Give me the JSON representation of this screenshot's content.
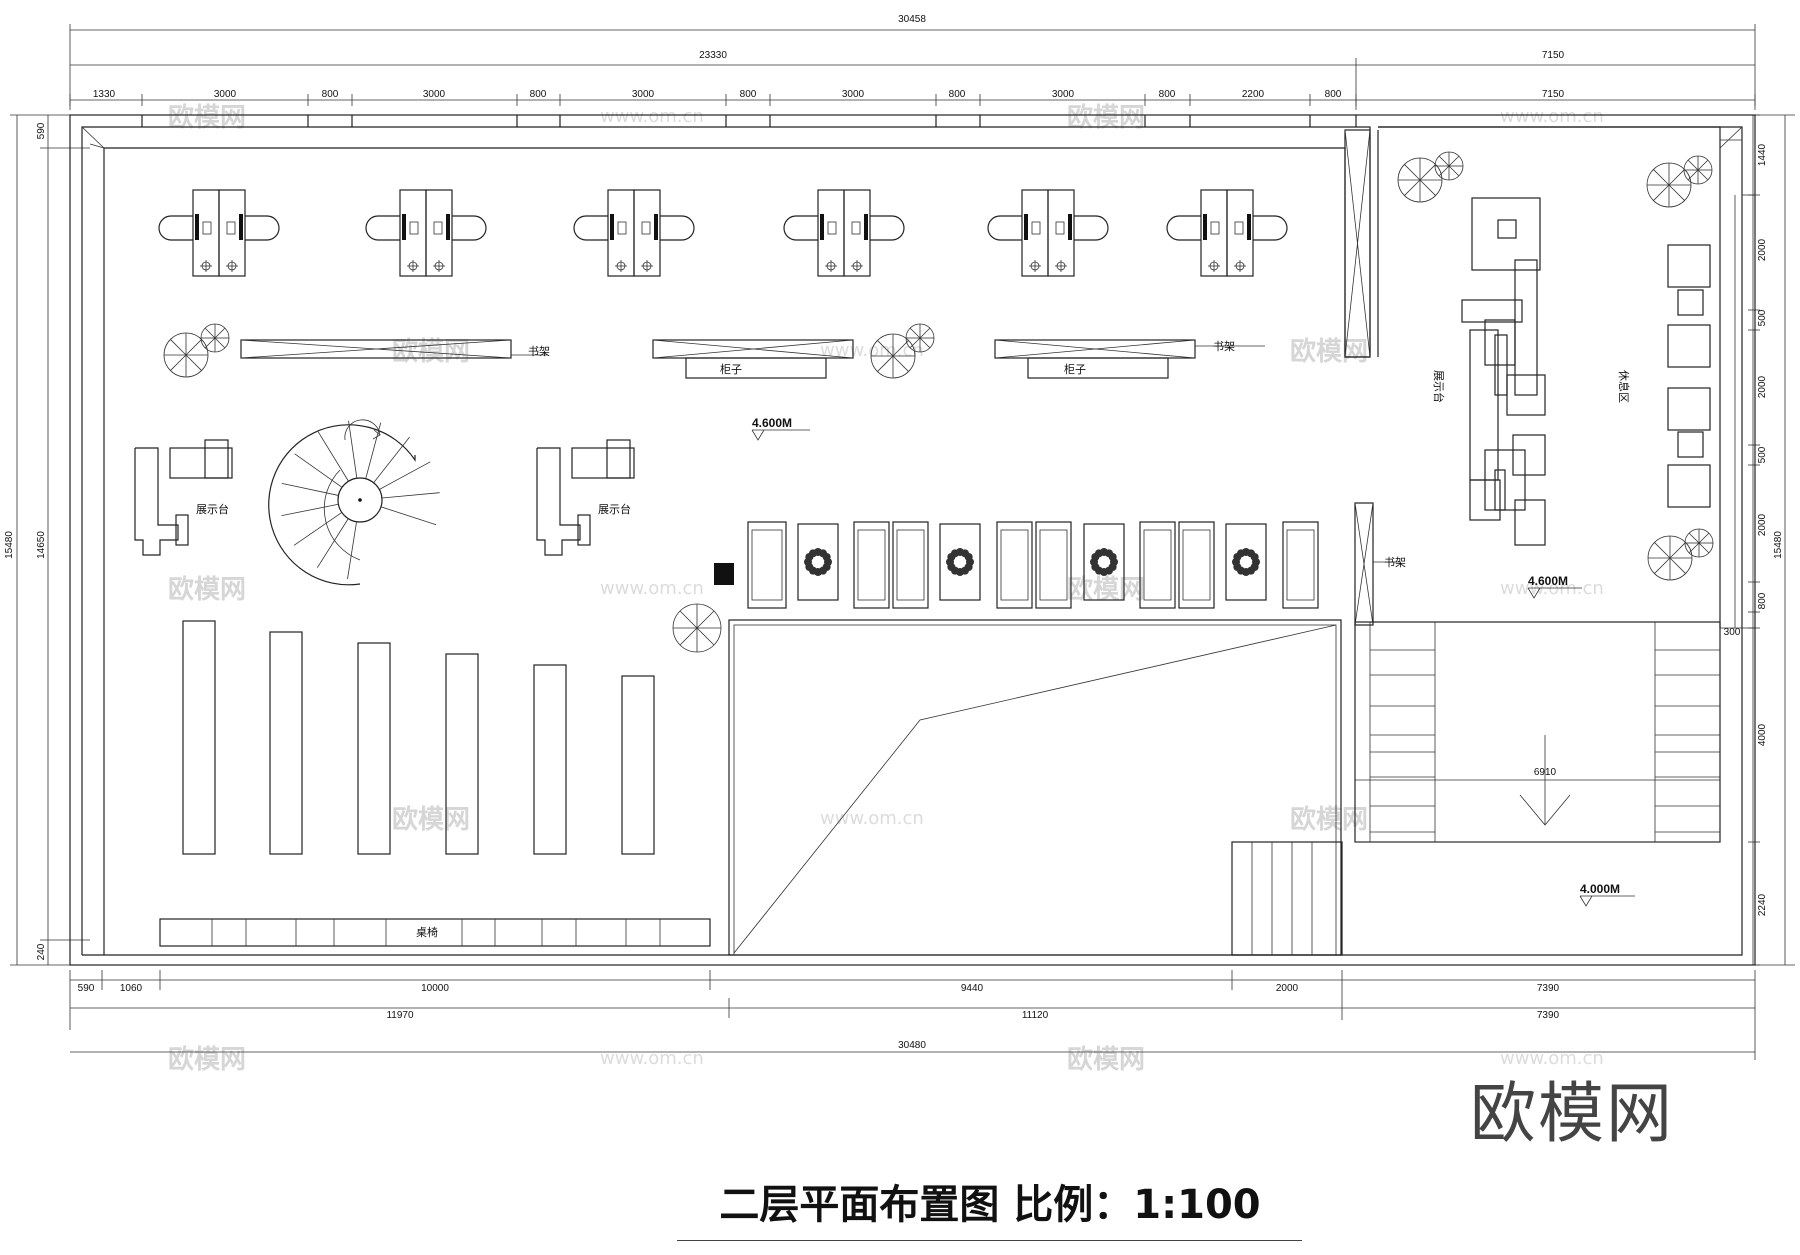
{
  "drawing": {
    "title": "二层平面布置图 比例：1:100",
    "brand": "欧模网",
    "watermark_text": "欧模网",
    "watermark_url": "www.om.cn"
  },
  "dims_top": {
    "overall": "30458",
    "left_total": "23330",
    "right_total": "7150",
    "segments": [
      "1330",
      "3000",
      "800",
      "3000",
      "800",
      "3000",
      "800",
      "3000",
      "800",
      "3000",
      "800",
      "2200",
      "800",
      "7150"
    ]
  },
  "dims_bottom": {
    "row1": [
      "590",
      "1060",
      "10000",
      "9440",
      "2000",
      "7390"
    ],
    "row2": [
      "11970",
      "11120",
      "7390"
    ],
    "overall": "30480"
  },
  "dims_left": {
    "outer": "15480",
    "inner": "14650",
    "top": "590",
    "bottom": "240"
  },
  "dims_right": {
    "overall": "15480",
    "segments": [
      "1440",
      "2000",
      "500",
      "2000",
      "500",
      "2000",
      "800",
      "300",
      "4000",
      "2240"
    ],
    "stair_mid": "6910"
  },
  "labels": {
    "bookshelf": "书架",
    "cabinet": "柜子",
    "display": "展示台",
    "rest_area": "休息区",
    "table_chair": "桌椅"
  },
  "levels": {
    "main": "4.600M",
    "right": "4.600M",
    "lower": "4.000M"
  }
}
